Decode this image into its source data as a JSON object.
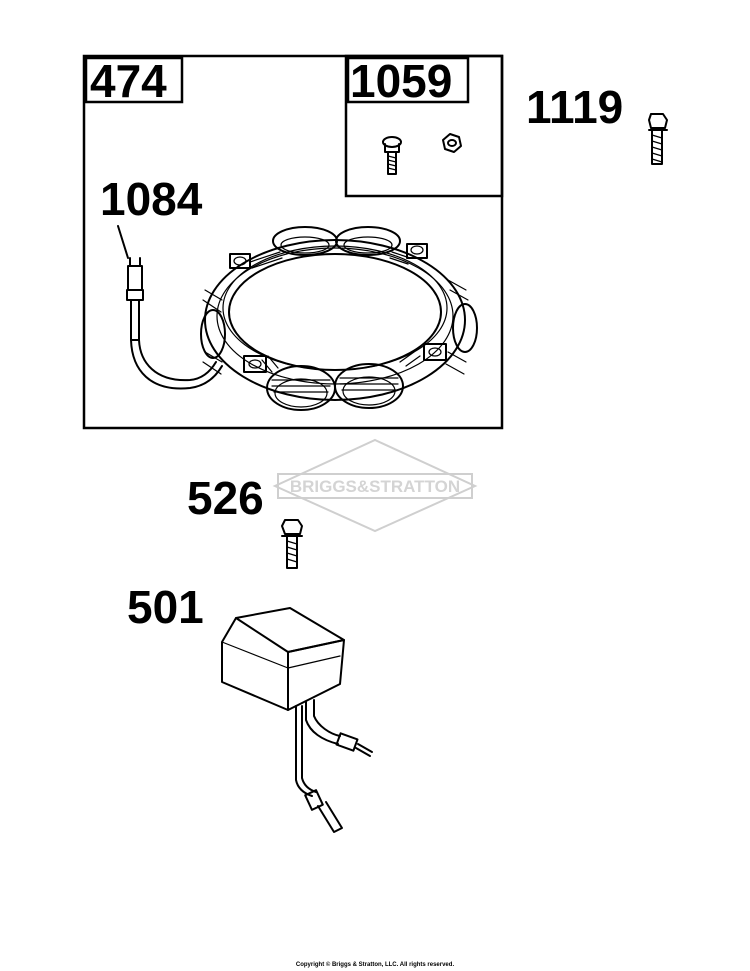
{
  "parts": {
    "stator_kit": "474",
    "hardware_kit": "1059",
    "screw": "1119",
    "terminal": "1084",
    "regulator_screw": "526",
    "regulator": "501"
  },
  "watermark": "BRIGGS&STRATTON",
  "copyright": "Copyright © Briggs & Stratton, LLC. All rights reserved.",
  "colors": {
    "line": "#000000",
    "watermark": "#d4d4d4",
    "background": "#ffffff"
  }
}
